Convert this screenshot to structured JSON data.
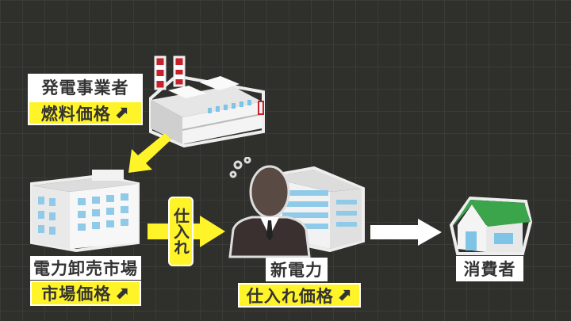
{
  "generator": {
    "name": "発電事業者",
    "price_label": "燃料価格",
    "trend_icon": "arrow-up-right-icon"
  },
  "market": {
    "name": "電力卸売市場",
    "price_label": "市場価格",
    "trend_icon": "arrow-up-right-icon"
  },
  "purchase_badge": "仕入れ",
  "new_power": {
    "name": "新電力",
    "price_label": "仕入れ価格",
    "trend_icon": "arrow-up-right-icon"
  },
  "consumer": {
    "name": "消費者"
  },
  "colors": {
    "yellow": "#fff32a",
    "background": "#2f302c",
    "roof": "#3aa54a"
  }
}
